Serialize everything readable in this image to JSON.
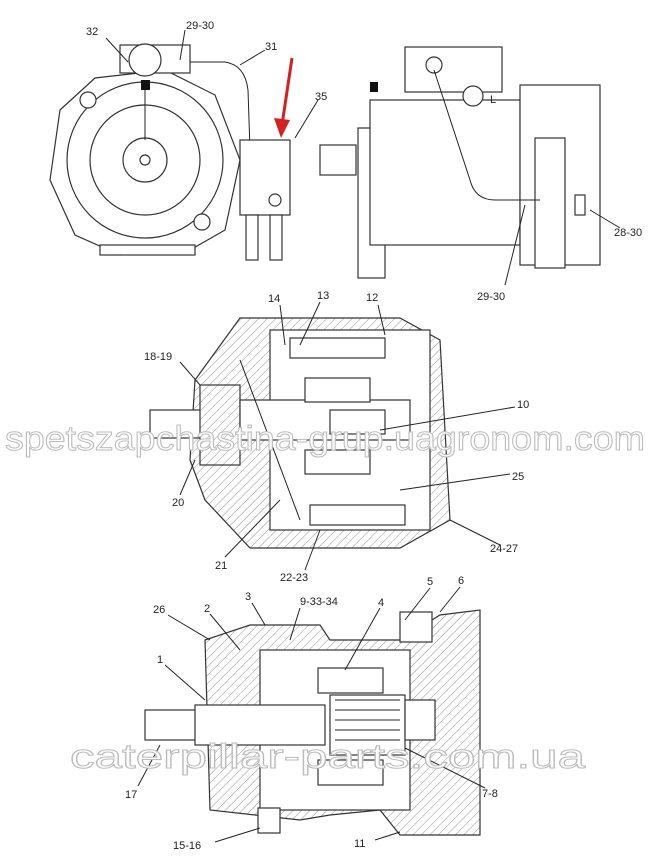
{
  "diagram": {
    "top_view": {
      "labels": [
        "32",
        "29-30",
        "31",
        "35",
        "28-30",
        "29-30"
      ],
      "port_mark": "L",
      "arrow_color": "#d42020"
    },
    "middle_view": {
      "labels": [
        "14",
        "13",
        "12",
        "18-19",
        "10",
        "25",
        "20",
        "21",
        "22-23",
        "24-27"
      ]
    },
    "bottom_view": {
      "labels": [
        "3",
        "9-33-34",
        "4",
        "5",
        "6",
        "26",
        "2",
        "1",
        "17",
        "7-8",
        "15-16",
        "11"
      ]
    },
    "watermarks": [
      "spetszapchastina-grup.uagronom.com",
      "caterpillar-parts.com.ua"
    ]
  }
}
